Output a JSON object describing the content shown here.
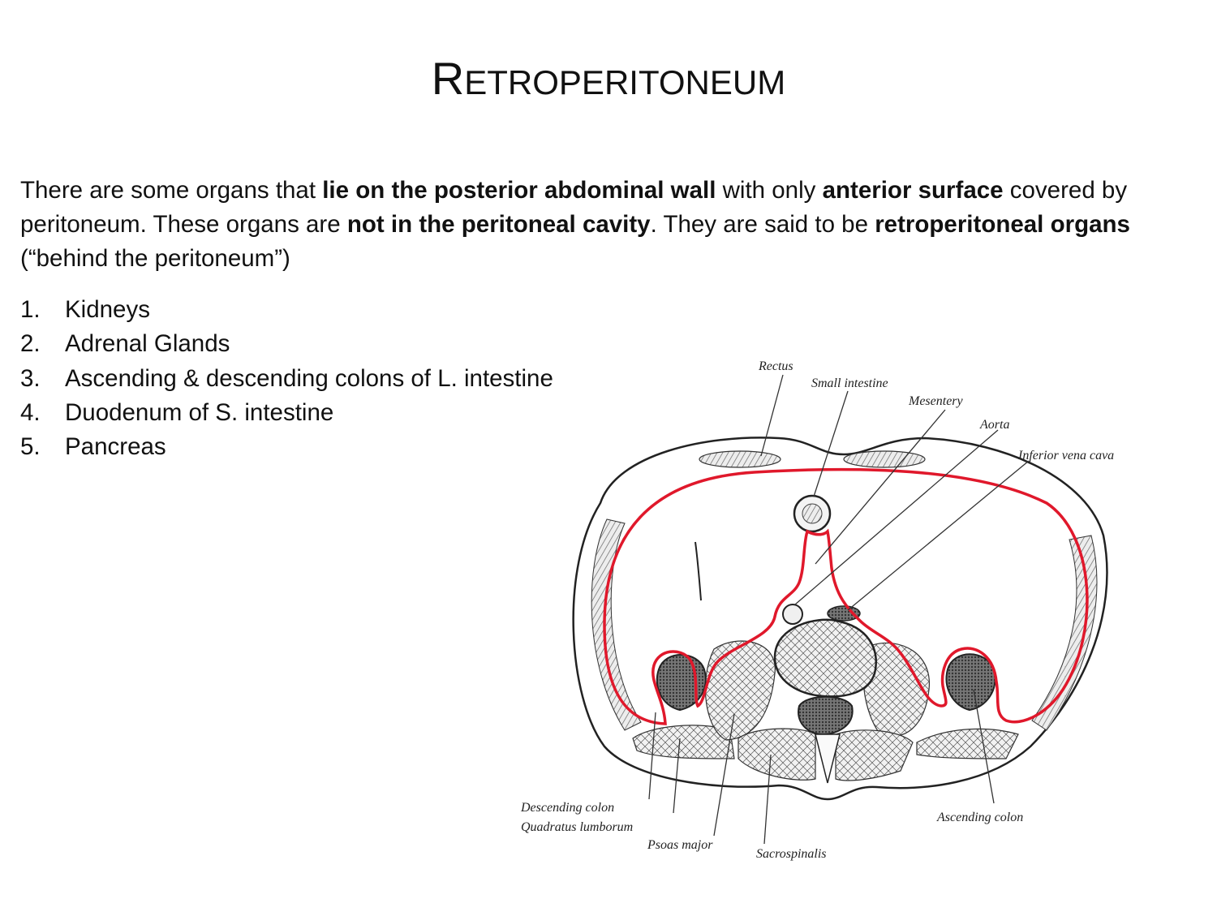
{
  "title": {
    "first_letter": "R",
    "rest": "ETROPERITONEUM"
  },
  "paragraph": {
    "t1": "There are some organs that ",
    "b1": "lie on the posterior abdominal wall",
    "t2": " with only ",
    "b2": "anterior surface",
    "t3": " covered by peritoneum.  These organs are ",
    "b3": "not in the peritoneal cavity",
    "t4": ".  They are said to be ",
    "b4": "retroperitoneal organs",
    "t5": " (“behind the peritoneum”)"
  },
  "organs": [
    {
      "num": "1.",
      "label": "Kidneys"
    },
    {
      "num": "2.",
      "label": "Adrenal Glands"
    },
    {
      "num": "3.",
      "label": "Ascending & descending colons of L. intestine"
    },
    {
      "num": "4.",
      "label": "Duodenum of S. intestine"
    },
    {
      "num": "5.",
      "label": "Pancreas"
    }
  ],
  "diagram_labels": {
    "rectus": "Rectus",
    "small_intestine": "Small intestine",
    "mesentery": "Mesentery",
    "aorta": "Aorta",
    "ivc": "Inferior vena cava",
    "descending_colon": "Descending colon",
    "quadratus": "Quadratus lumborum",
    "psoas": "Psoas major",
    "sacrospinalis": "Sacrospinalis",
    "ascending_colon": "Ascending colon"
  },
  "colors": {
    "peritoneum": "#e0182b",
    "ink": "#222222"
  }
}
